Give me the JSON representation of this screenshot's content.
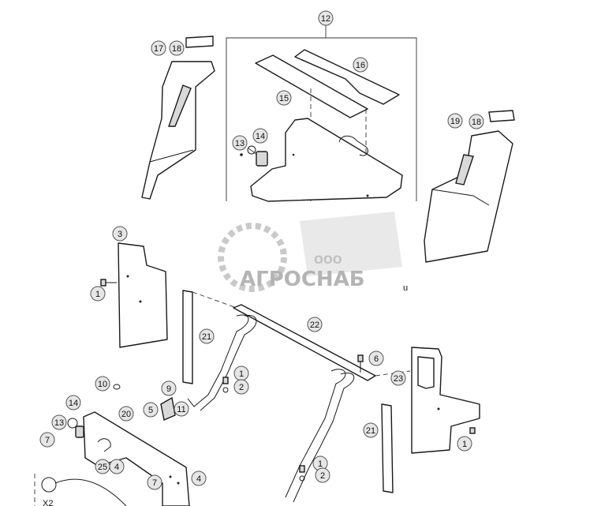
{
  "callouts": [
    {
      "id": "c-12",
      "label": "12"
    },
    {
      "id": "c-17",
      "label": "17"
    },
    {
      "id": "c-18a",
      "label": "18"
    },
    {
      "id": "c-16",
      "label": "16"
    },
    {
      "id": "c-15",
      "label": "15"
    },
    {
      "id": "c-14a",
      "label": "14"
    },
    {
      "id": "c-13a",
      "label": "13"
    },
    {
      "id": "c-19",
      "label": "19"
    },
    {
      "id": "c-18b",
      "label": "18"
    },
    {
      "id": "c-3",
      "label": "3"
    },
    {
      "id": "c-1a",
      "label": "1"
    },
    {
      "id": "c-21a",
      "label": "21"
    },
    {
      "id": "c-22",
      "label": "22"
    },
    {
      "id": "c-6",
      "label": "6"
    },
    {
      "id": "c-23",
      "label": "23"
    },
    {
      "id": "c-1b",
      "label": "1"
    },
    {
      "id": "c-10",
      "label": "10"
    },
    {
      "id": "c-1c",
      "label": "1"
    },
    {
      "id": "c-2a",
      "label": "2"
    },
    {
      "id": "c-9",
      "label": "9"
    },
    {
      "id": "c-5",
      "label": "5"
    },
    {
      "id": "c-11",
      "label": "11"
    },
    {
      "id": "c-14b",
      "label": "14"
    },
    {
      "id": "c-13b",
      "label": "13"
    },
    {
      "id": "c-20",
      "label": "20"
    },
    {
      "id": "c-7a",
      "label": "7"
    },
    {
      "id": "c-25",
      "label": "25"
    },
    {
      "id": "c-4a",
      "label": "4"
    },
    {
      "id": "c-21b",
      "label": "21"
    },
    {
      "id": "c-1d",
      "label": "1"
    },
    {
      "id": "c-2b",
      "label": "2"
    },
    {
      "id": "c-7b",
      "label": "7"
    },
    {
      "id": "c-4b",
      "label": "4"
    }
  ],
  "watermark": {
    "company_prefix": "ООО",
    "company_name": "АГРОСНАБ",
    "suffix": "u"
  },
  "fragment_label": "X2",
  "colors": {
    "line": "#1a1a1a",
    "callout_fill": "#e6e6e6",
    "watermark": "#9a9a9a"
  }
}
